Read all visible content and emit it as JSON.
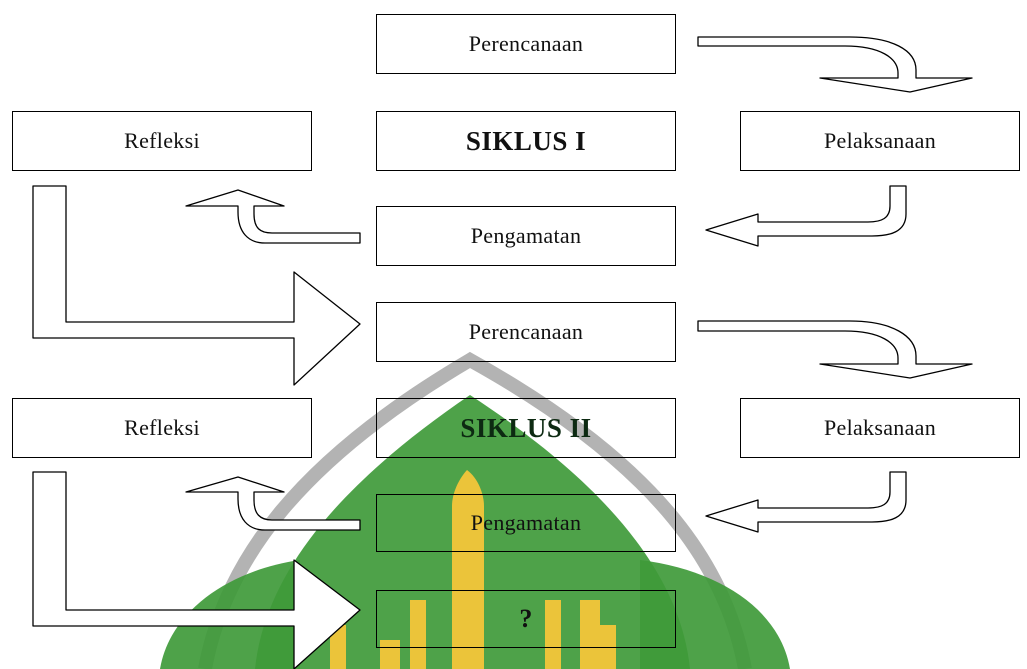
{
  "colors": {
    "watermark_green": "#3f9a3a",
    "watermark_gray": "#b3b3b3",
    "watermark_gold": "#ebc43a"
  },
  "cycle1": {
    "planning": "Perencanaan",
    "title": "SIKLUS I",
    "reflection": "Refleksi",
    "implementation": "Pelaksanaan",
    "observation": "Pengamatan"
  },
  "cycle2": {
    "planning": "Perencanaan",
    "title": "SIKLUS II",
    "reflection": "Refleksi",
    "implementation": "Pelaksanaan",
    "observation": "Pengamatan"
  },
  "next_step": "?"
}
